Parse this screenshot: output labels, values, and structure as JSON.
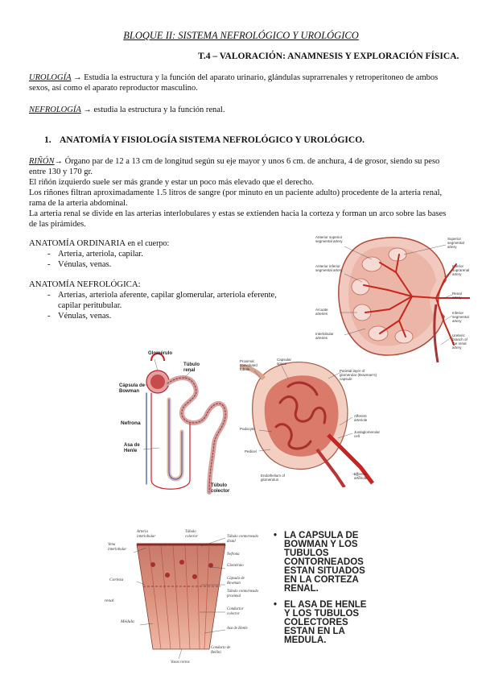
{
  "header": {
    "title": "BLOQUE II: SISTEMA NEFROLÓGICO Y UROLÓGICO",
    "subtitle": "T.4 – VALORACIÓN: ANAMNESIS Y EXPLORACIÓN FÍSICA."
  },
  "defs": {
    "urologia_term": "UROLOGÍA",
    "urologia_text": " Estudia la estructura y la función del aparato urinario, glándulas suprarrenales y retroperitoneo de ambos sexos, así como el aparato reproductor masculino.",
    "nefrologia_term": "NEFROLOGÍA",
    "nefrologia_text": " estudia la estructura y la función renal.",
    "arrow": "→"
  },
  "section1": {
    "number": "1.",
    "title": "ANATOMÍA Y FISIOLOGÍA SISTEMA NEFROLÓGICO Y UROLÓGICO."
  },
  "rinon": {
    "term": "RIÑÓN",
    "line1": " Órgano par de 12 a 13 cm de longitud según su eje mayor y unos 6 cm. de anchura, 4 de grosor, siendo su peso entre 130 y 170 gr.",
    "line2": "El riñón izquierdo suele ser más grande y estar un poco más elevado que el derecho.",
    "line3": "Los riñones filtran aproximadamente 1.5 litros de sangre (por minuto en un paciente adulto) procedente de la arteria renal, rama de la arteria abdominal.",
    "line4": "La arteria renal se divide en las arterias interlobulares y estas se extienden hacia la corteza y forman un arco sobre las bases de las pirámides."
  },
  "anatomia_ordinaria": {
    "heading_caps": "ANATOMÍA ORDINARIA",
    "heading_rest": " en el cuerpo:",
    "items": [
      "Arteria, arteriola, capilar.",
      "Vénulas, venas."
    ]
  },
  "anatomia_nefrologica": {
    "heading": "ANATOMÍA NEFROLÓGICA:",
    "items": [
      "Arterias, arteriola aferente, capilar glomerular, arteriola eferente, capilar peritubular.",
      "Vénulas, venas."
    ]
  },
  "fig_kidney": {
    "labels": {
      "anterior_superior": "Anterior superior segmental artery",
      "anterior_inferior": "Anterior inferior segmental artery",
      "arcuate": "Arcuate arteries",
      "interlobular": "Interlobular arteries",
      "superior_segmental": "Superior segmental artery",
      "inferior_suprarenal": "Inferior suprarenal artery",
      "renal": "Renal artery",
      "inferior_segmental": "Inferior segmental artery",
      "ureteric": "Ureteric branch of the renal artery"
    }
  },
  "fig_nephron": {
    "labels": {
      "glomerulo": "Glomérulo",
      "tubulo_renal": "Túbulo renal",
      "capsula": "Cápsula de Bowman",
      "nefrona": "Nefrona",
      "asa": "Asa de Henle",
      "colector": "Túbulo colector"
    }
  },
  "fig_glomerulus": {
    "labels": {
      "proximal": "Proximal convoluted tubule",
      "capsular": "Capsular space",
      "parietal": "Parietal layer of glomerular (Bowman's) capsule",
      "podocyte": "Podocyte",
      "pedicel": "Pedicel",
      "afferent": "Afferent arteriole",
      "juxtaglomerular": "Juxtaglomerular cell",
      "efferent": "Efferent arteriole",
      "endothelium": "Endothelium of glomerulus"
    }
  },
  "fig_section": {
    "labels": {
      "arteria_interlobular": "Arteria interlobular",
      "tubulo_colector": "Túbulo colector",
      "vena_interlobular": "Vena interlobular",
      "tubulo_distal": "Túbulo contorneado distal",
      "nefrona": "Nefrona",
      "glomerulo": "Glomérulo",
      "corteza": "Corteza",
      "capsula": "Cápsula de Bowman",
      "tubulo_proximal": "Túbulo contorneado proximal",
      "renal": "renal",
      "conductor": "Conductor colector",
      "medula": "Médula",
      "asa": "Asa de Henle",
      "bellini": "Conducto de Bellini",
      "vasos": "Vasos rectos"
    }
  },
  "callouts": {
    "item1": "LA CAPSULA DE BOWMAN Y LOS TUBULOS CONTORNEADOS ESTAN SITUADOS EN LA CORTEZA RENAL.",
    "item2": "EL ASA DE HENLE Y LOS TUBULOS COLECTORES ESTAN EN LA MEDULA."
  }
}
